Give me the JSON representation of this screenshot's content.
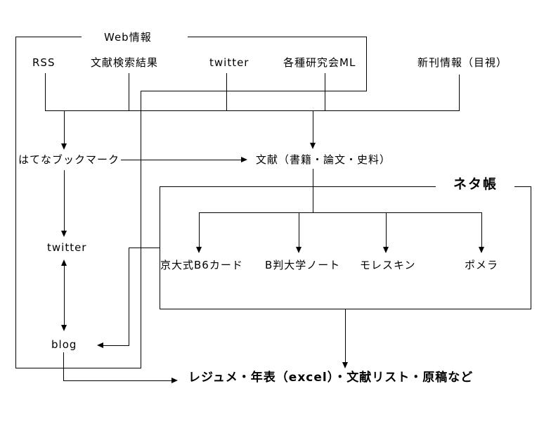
{
  "diagram": {
    "background": "#ffffff",
    "line_color": "#000000",
    "labels": {
      "web_info": "Web情報",
      "rss": "RSS",
      "literature_search_results": "文献検索結果",
      "twitter_source": "twitter",
      "research_mailing_lists": "各種研究会ML",
      "new_publication_info": "新刊情報（目視）",
      "hatena_bookmark": "はてなブックマーク",
      "literature": "文献（書籍・論文・史料）",
      "idea_notebook": "ネタ帳",
      "kyoto_b6_card": "京大式B6カード",
      "b_size_university_notebook": "B判大学ノート",
      "moleskine": "モレスキン",
      "pomera": "ポメラ",
      "twitter_personal": "twitter",
      "blog": "blog",
      "outputs": "レジュメ・年表（excel）・文献リスト・原稿など"
    }
  }
}
